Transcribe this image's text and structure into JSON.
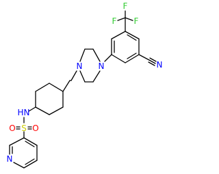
{
  "molecule": {
    "atom_labels": {
      "fluorine_top": "F",
      "fluorine_left": "F",
      "fluorine_right": "F",
      "nitrile_nitrogen": "N",
      "piperazine_n1": "N",
      "piperazine_n4": "N",
      "amide_nitrogen": "N",
      "amide_hydrogen": "H",
      "sulfur": "S",
      "sulfonyl_oxygen_left": "O",
      "sulfonyl_oxygen_right": "O",
      "pyridine_nitrogen": "N"
    },
    "colors": {
      "bond": "#000000",
      "nitrogen": "#0000FF",
      "oxygen": "#FF0000",
      "sulfur": "#CCCC00",
      "fluorine": "#33CC33",
      "carbon": "#000000"
    }
  }
}
